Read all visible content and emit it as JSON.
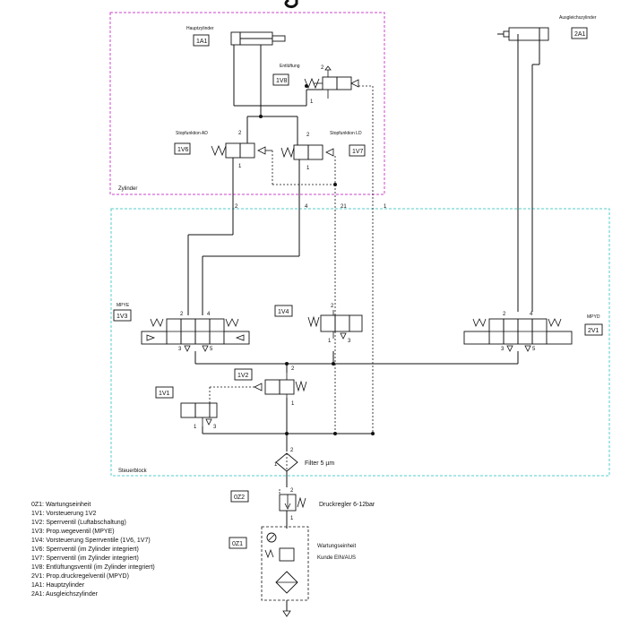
{
  "regions": {
    "zylinder": "Zylinder",
    "steuerblock": "Steuerblock"
  },
  "components": {
    "1A1": {
      "tag": "1A1",
      "title": "Hauptzylinder"
    },
    "2A1": {
      "tag": "2A1",
      "title": "Ausgleichszylinder"
    },
    "1V8": {
      "tag": "1V8",
      "title": "Entlüftung"
    },
    "1V6": {
      "tag": "1V6",
      "title": "Stopfunktion AD"
    },
    "1V7": {
      "tag": "1V7",
      "title": "Stopfunktion LD"
    },
    "1V3": {
      "tag": "1V3",
      "title": "MPYE"
    },
    "2V1": {
      "tag": "2V1",
      "title": "MPYD"
    },
    "1V4": {
      "tag": "1V4"
    },
    "1V2": {
      "tag": "1V2"
    },
    "1V1": {
      "tag": "1V1"
    },
    "0Z2": {
      "tag": "0Z2",
      "title": "Druckregler 6-12bar"
    },
    "0Z1": {
      "tag": "0Z1",
      "title": "Wartungseinheit",
      "subtitle": "Kunde EIN/AUS"
    },
    "filter": {
      "title": "Filter 5 µm"
    }
  },
  "ports": {
    "p1": "1",
    "p2": "2",
    "p3": "3",
    "p4": "4",
    "p5": "5",
    "p21": "21"
  },
  "colors": {
    "zylinder_border": "#cc44cc",
    "steuerblock_border": "#55cccc",
    "line": "#111111"
  },
  "legend": [
    "0Z1: Wartungseinheit",
    "1V1: Vorsteuerung 1V2",
    "1V2: Sperrventil (Luftabschaltung)",
    "1V3: Prop.wegeventil (MPYE)",
    "1V4: Vorsteuerung Sperrventile (1V6, 1V7)",
    "1V6: Sperrventil (im Zylinder integriert)",
    "1V7: Sperrventil (im Zylinder integriert)",
    "1V8: Entlüftungsventil (im Zylinder integriert)",
    "2V1: Prop.druckregelventil (MPYD)",
    "1A1: Hauptzylinder",
    "2A1: Ausgleichszylinder"
  ]
}
